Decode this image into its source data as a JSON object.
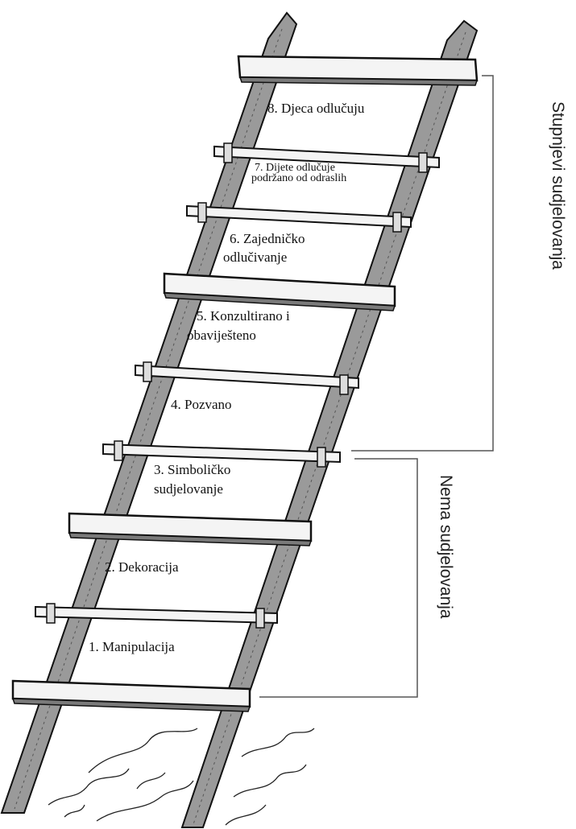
{
  "rungs": [
    {
      "id": "8",
      "lines": [
        "8. Djeca odlučuju"
      ]
    },
    {
      "id": "7",
      "lines": [
        "7. Dijete odlučuje",
        "podržano od odraslih"
      ]
    },
    {
      "id": "6",
      "lines": [
        "6. Zajedničko",
        "odlučivanje"
      ]
    },
    {
      "id": "5",
      "lines": [
        "5. Konzultirano i",
        "obaviješteno"
      ]
    },
    {
      "id": "4",
      "lines": [
        "4. Pozvano"
      ]
    },
    {
      "id": "3",
      "lines": [
        "3. Simboličko",
        "sudjelovanje"
      ]
    },
    {
      "id": "2",
      "lines": [
        "2. Dekoracija"
      ]
    },
    {
      "id": "1",
      "lines": [
        "1. Manipulacija"
      ]
    }
  ],
  "groups": {
    "participation": "Stupnjevi sudjelovanja",
    "non_participation": "Nema sudjelovanja"
  },
  "colors": {
    "ink": "#111111",
    "rail_shade": "#8a8a8a",
    "bracket": "#555555"
  }
}
